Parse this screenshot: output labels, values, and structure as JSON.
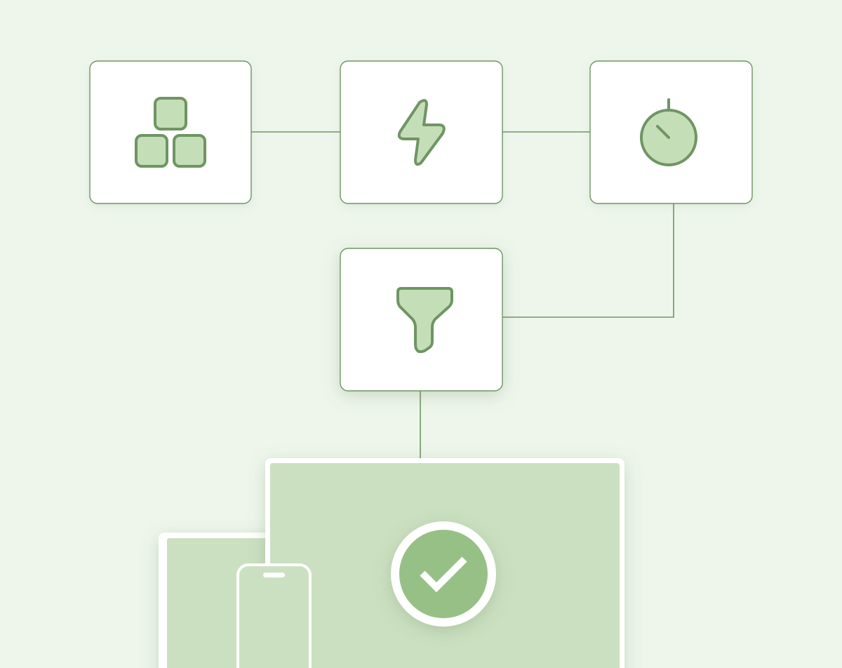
{
  "colors": {
    "background": "#eef6ec",
    "stroke": "#6f9563",
    "icon_fill": "#c4deb7",
    "card": "#ffffff",
    "device_fill": "#cbe0c1",
    "check_fill": "#97c086"
  },
  "nodes": [
    {
      "icon": "blocks-icon"
    },
    {
      "icon": "lightning-bolt-icon"
    },
    {
      "icon": "stopwatch-icon"
    },
    {
      "icon": "funnel-filter-icon"
    }
  ],
  "output": {
    "icon": "checkmark-circle-icon",
    "devices": [
      "desktop-monitor",
      "tablet",
      "phone"
    ]
  }
}
